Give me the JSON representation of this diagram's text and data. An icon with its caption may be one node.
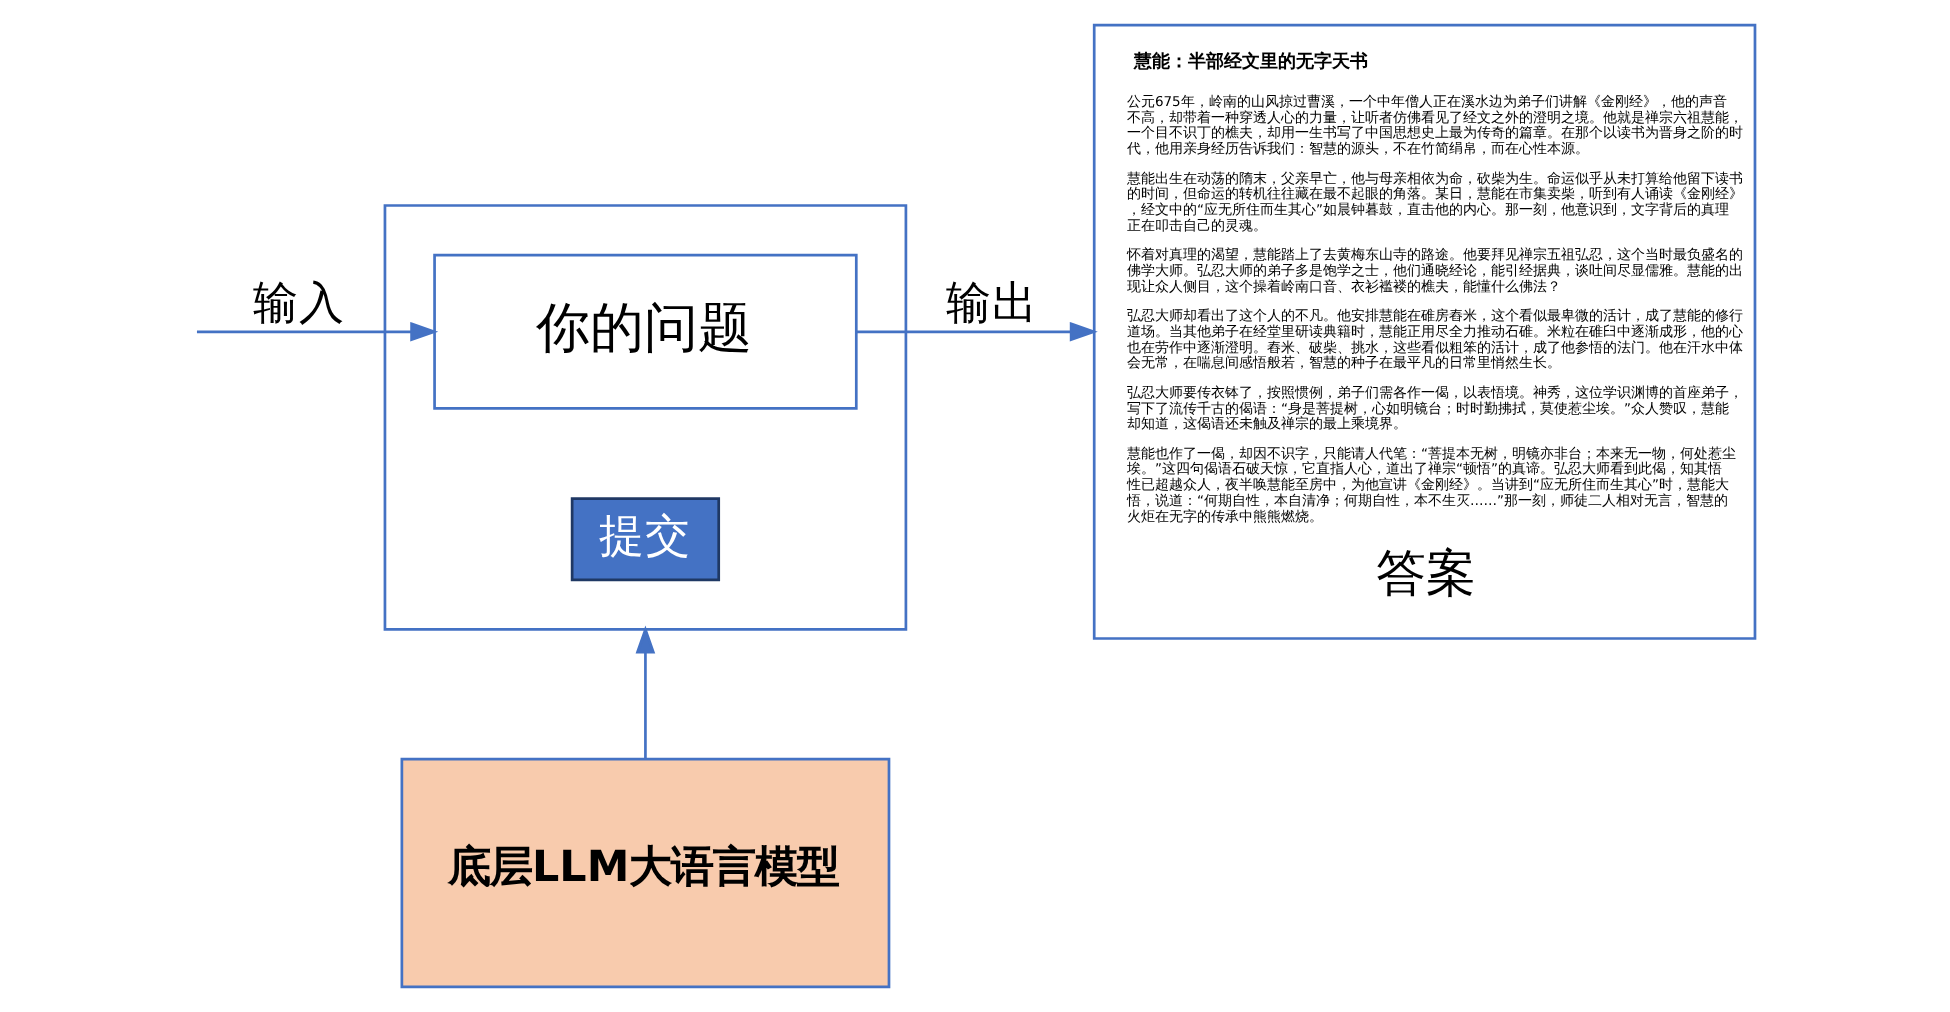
{
  "diagram": {
    "nodes": [
      {
        "text": [],
        "shape": "box"
      },
      {
        "text": [
          "你的问题"
        ],
        "in": 0
      },
      {
        "text": [
          "提交"
        ],
        "in": 0
      },
      {
        "text": [
          "底层LLM大语言模型"
        ]
      },
      {
        "text": [
          "慧能：半部经文里的无字天书",
          "公元675年，岭南的山风掠过曹溪，一个中年僧人正在溪水边为弟子们讲解《金刚经》，他的声音不高，却带着一种穿透人心的力量，让听者仿佛看见了经文之外的澄明之境。他就是禅宗六祖慧能，一个目不识丁的樵夫，却用一生书写了中国思想史上最为传奇的篇章。在那个以读书为晋身之阶的时代，他用亲身经历告诉我们：智慧的源头，不在竹简绢帛，而在心性本源。",
          "慧能出生在动荡的隋末，父亲早亡，他与母亲相依为命，砍柴为生。命运似乎从未打算给他留下读书的时间，但命运的转机往往藏在最不起眼的角落。某日，慧能在市集卖柴，听到有人诵读《金刚经》，经文中的“应无所住而生其心”如晨钟暮鼓，直击他的内心。那一刻，他意识到，文字背后的真理正在叩击自己的灵魂。",
          "怀着对真理的渴望，慧能踏上了去黄梅东山寺的路途。他要拜见禅宗五祖弘忍，这个当时最负盛名的佛学大师。弘忍大师的弟子多是饱学之士，他们通晓经论，能引经据典，谈吐间尽显儒雅。慧能的出现让众人侧目，这个操着岭南口音、衣衫褴褛的樵夫，能懂什么佛法？",
          "弘忍大师却看出了这个人的不凡。他安排慧能在碓房舂米，这个看似最卑微的活计，成了慧能的修行道场。当其他弟子在经堂里研读典籍时，慧能正用尽全力推动石碓。米粒在碓臼中逐渐成形，他的心也在劳作中逐渐澄明。舂米、破柴、挑水，这些看似粗笨的活计，成了他参悟的法门。他在汗水中体会无常，在喘息间感悟般若，智慧的种子在最平凡的日常里悄然生长。",
          "弘忍大师要传衣钵了，按照惯例，弟子们需各作一偈，以表悟境。神秀，这位学识渊博的首座弟子，写下了流传千古的偈语：“身是菩提树，心如明镜台；时时勤拂拭，莫使惹尘埃。”众人赞叹，慧能却知道，这偈语还未触及禅宗的最上乘境界。",
          "慧能也作了一偈，却因不识字，只能请人代笔：“菩提本无树，明镜亦非台；本来无一物，何处惹尘埃。”这四句偈语石破天惊，它直指人心，道出了禅宗“顿悟”的真谛。弘忍大师看到此偈，知其悟性已超越众人，夜半唤慧能至房中，为他宣讲《金刚经》。当讲到“应无所住而生其心”时，慧能大悟，说道：“何期自性，本自清净；何期自性，本不生灭……”那一刻，师徒二人相对无言，智慧的火炬在无字的传承中熊熊燃烧。",
          "答案"
        ]
      }
    ],
    "edges": [
      {
        "from": null,
        "to": 1,
        "arrow": "to",
        "label": "输入"
      },
      {
        "from": 1,
        "to": 4,
        "arrow": "to",
        "label": "输出"
      },
      {
        "from": 3,
        "to": 0,
        "arrow": "to"
      }
    ]
  }
}
